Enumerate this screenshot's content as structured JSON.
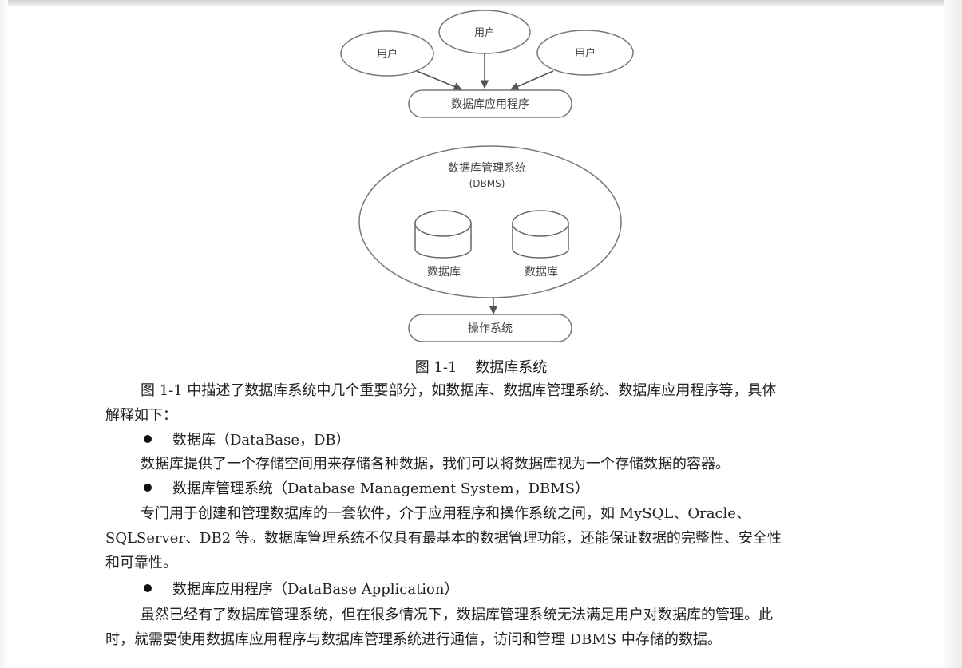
{
  "diagram": {
    "user_left": "用户",
    "user_center": "用户",
    "user_right": "用户",
    "db_app": "数据库应用程序",
    "dbms_line1": "数据库管理系统",
    "dbms_line2": "(DBMS)",
    "db_left": "数据库",
    "db_right": "数据库",
    "os": "操作系统"
  },
  "caption": "图 1-1    数据库系统",
  "body": {
    "intro_line1": "图 1-1 中描述了数据库系统中几个重要部分，如数据库、数据库管理系统、数据库应用程序等，具体",
    "intro_line2": "解释如下：",
    "b1_title": "数据库（DataBase，DB）",
    "b1_text": "数据库提供了一个存储空间用来存储各种数据，我们可以将数据库视为一个存储数据的容器。",
    "b2_title": "数据库管理系统（Database Management System，DBMS）",
    "b2_line1": "专门用于创建和管理数据库的一套软件，介于应用程序和操作系统之间，如 MySQL、Oracle、",
    "b2_line2": "SQLServer、DB2 等。数据库管理系统不仅具有最基本的数据管理功能，还能保证数据的完整性、安全性",
    "b2_line3": "和可靠性。",
    "b3_title": "数据库应用程序（DataBase Application）",
    "b3_line1": "虽然已经有了数据库管理系统，但在很多情况下，数据库管理系统无法满足用户对数据库的管理。此",
    "b3_line2": "时，就需要使用数据库应用程序与数据库管理系统进行通信，访问和管理 DBMS 中存储的数据。"
  }
}
